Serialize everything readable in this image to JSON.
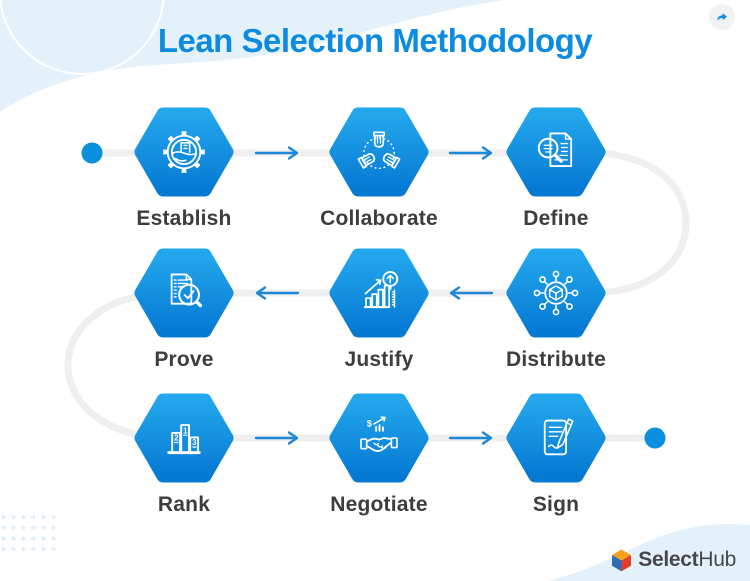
{
  "title": "Lean Selection Methodology",
  "steps": {
    "rows": [
      [
        {
          "label": "Establish",
          "icon": "gear-factory-icon"
        },
        {
          "label": "Collaborate",
          "icon": "hands-teamwork-icon"
        },
        {
          "label": "Define",
          "icon": "document-magnifier-icon"
        }
      ],
      [
        {
          "label": "Prove",
          "icon": "checklist-magnifier-check-icon"
        },
        {
          "label": "Justify",
          "icon": "growth-chart-magnifier-icon"
        },
        {
          "label": "Distribute",
          "icon": "package-network-icon"
        }
      ],
      [
        {
          "label": "Rank",
          "icon": "podium-123-icon"
        },
        {
          "label": "Negotiate",
          "icon": "handshake-deal-icon"
        },
        {
          "label": "Sign",
          "icon": "contract-pen-icon"
        }
      ]
    ],
    "flow_order": [
      "Establish",
      "Collaborate",
      "Define",
      "Distribute",
      "Justify",
      "Prove",
      "Rank",
      "Negotiate",
      "Sign"
    ]
  },
  "rank_numbers": {
    "first": "1",
    "second": "2",
    "third": "3"
  },
  "negotiate_symbol": "$",
  "brand": {
    "bold": "Select",
    "light": "Hub"
  },
  "colors": {
    "title": "#0d8cdf",
    "hex_gradient_top": "#23a7ec",
    "hex_gradient_bottom": "#0679d3",
    "arrow": "#1e87d8",
    "dot": "#0a8fdf",
    "track": "#efefef",
    "label": "#3d3d3d",
    "wave": "#e4f1fb"
  }
}
